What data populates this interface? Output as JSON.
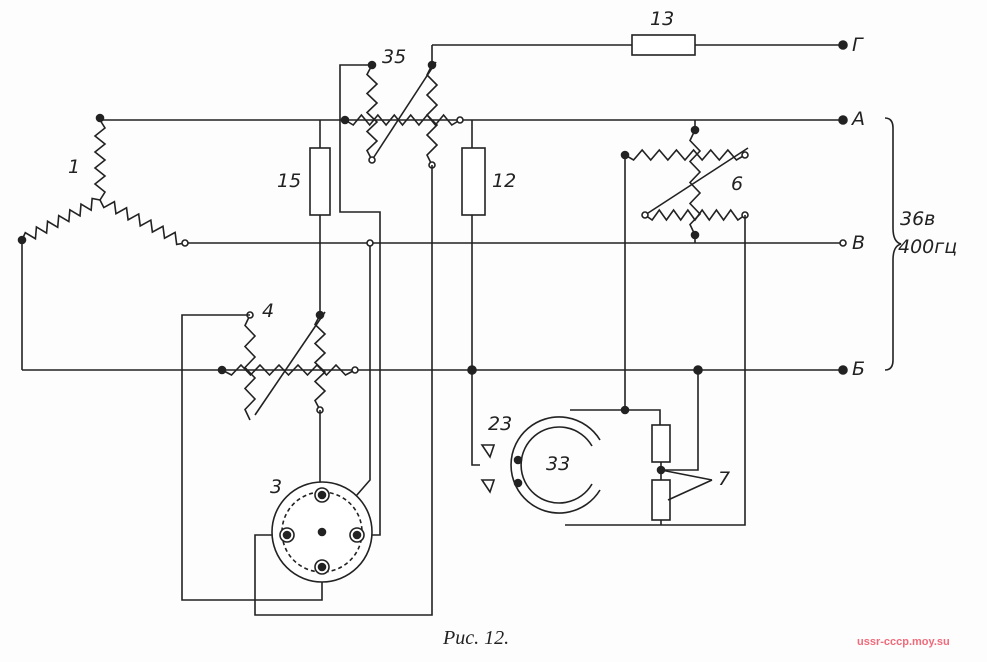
{
  "labels": {
    "transformer": "1",
    "resistor_15": "15",
    "pot_35": "35",
    "resistor_13": "13",
    "resistor_12": "12",
    "pot_6": "6",
    "pot_4": "4",
    "sensor_3": "3",
    "contacts_23": "23",
    "ring_33": "33",
    "resistors_7": "7",
    "terminal_G": "Г",
    "terminal_A": "А",
    "terminal_V": "В",
    "terminal_B": "Б",
    "supply_voltage": "36в",
    "supply_freq": "400гц"
  },
  "caption": "Рис. 12.",
  "watermark": "ussr-cccp.moy.su",
  "colors": {
    "ink": "#222222",
    "watermark": "#f06a7a"
  }
}
